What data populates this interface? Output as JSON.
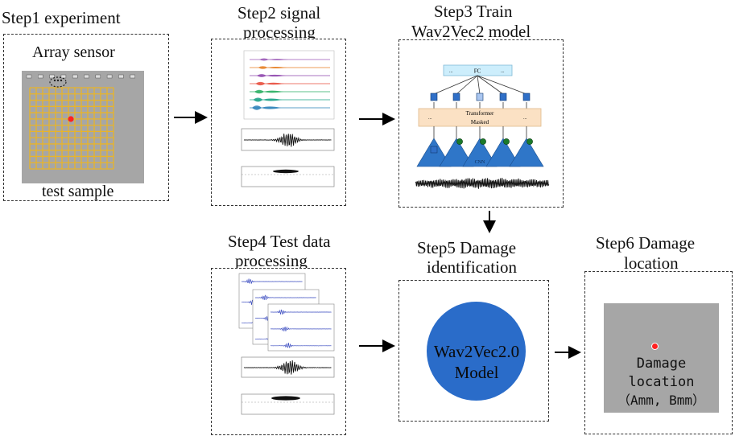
{
  "step1": {
    "title": "Step1 experiment",
    "sensor_label": "Array  sensor",
    "sample_label": "test sample"
  },
  "step2": {
    "title_line1": "Step2 signal",
    "title_line2": "processing"
  },
  "step3": {
    "title_line1": "Step3 Train",
    "title_line2": "Wav2Vec2 model",
    "fc_label": "FC",
    "transformer_label": "Transformer",
    "masked_label": "Masked",
    "cnn_label": "CNN",
    "ellipsis": "..."
  },
  "step4": {
    "title_line1": "Step4 Test data",
    "title_line2": "processing"
  },
  "step5": {
    "title_line1": "Step5 Damage",
    "title_line2": "identification",
    "model_line1": "Wav2Vec2.0",
    "model_line2": "Model"
  },
  "step6": {
    "title_line1": "Step6 Damage",
    "title_line2": "location",
    "label_line1": "Damage",
    "label_line2": "location",
    "label_line3": "（Amm, Bmm）"
  },
  "colors": {
    "plate": "#a6a6a6",
    "grid": "#e8b42a",
    "damage": "#ff2020",
    "model_circle": "#2a6cc9",
    "fc_box": "#cdeefc",
    "transformer_box": "#fbe1c4",
    "cnn": "#2f76c8"
  }
}
